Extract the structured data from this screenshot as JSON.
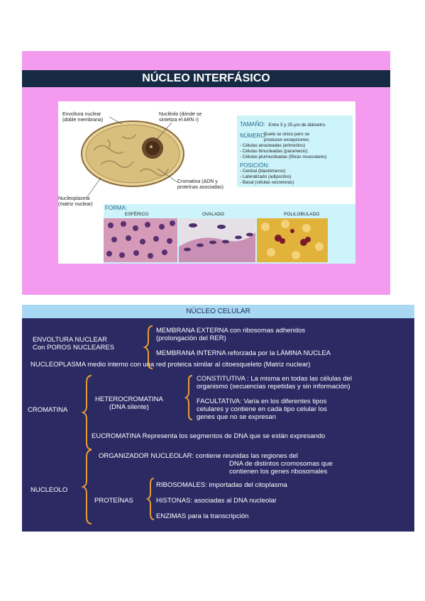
{
  "slide1": {
    "title": "NÚCLEO INTERFÁSICO",
    "labels": {
      "envoltura": [
        "Envoltura nuclear",
        "(doble membrana)"
      ],
      "nucleolo": [
        "Nucléolo (dónde se",
        "sintetiza el ARN r)"
      ],
      "cromatina": [
        "Cromatina (ADN y",
        "proteínas asociadas)"
      ],
      "nucleoplasma": [
        "Nucleoplasma",
        "(matriz nuclear)"
      ]
    },
    "tamano": {
      "title": "TAMAÑO:",
      "text": "Entre 5 y 25 µm de diámetro."
    },
    "numero": {
      "title": "NÚMERO:",
      "text": [
        "Suele se único  pero se",
        "producen excepciones."
      ],
      "items": [
        "- Células anucleadas (eritrocitos)",
        "- Células binucleadas (paramecio)",
        "- Células plurinucleadas (fibras musculares)"
      ]
    },
    "posicion": {
      "title": "POSICIÓN:",
      "items": [
        "- Central (blastómeros)",
        "- Lateralizado (adipocitos)",
        "- Basal (células secretoras)"
      ]
    },
    "forma": {
      "title": "FORMA:",
      "types": [
        "ESFÉRICO",
        "OVALADO",
        "POLILOBULADO"
      ]
    }
  },
  "slide2": {
    "header": "NÚCLEO CELULAR",
    "envoltura": {
      "label": [
        "ENVOLTURA NUCLEAR",
        "Con POROS NUCLEARES"
      ],
      "externa": [
        "MEMBRANA EXTERNA   con ribosomas adheridos",
        "(prolongación del RER)"
      ],
      "interna": "MEMBRANA INTERNA reforzada por la LÁMINA NUCLEA"
    },
    "nucleoplasma": "NUCLEOPLASMA  medio interno con una red proteica similar al citoesqueleto (Matriz nuclear)",
    "cromatina": {
      "label": "CROMATINA",
      "hetero": [
        "HETEROCROMATINA",
        "(DNA silente)"
      ],
      "constitutiva": [
        "CONSTITUTIVA : La misma en todas las células del",
        "organismo (secuencias repetidas y sin información)"
      ],
      "facultativa": [
        "FACULTATIVA:  Varía en los diferentes tipos",
        "celulares y contiene en cada tipo celular los",
        "genes que no se expresan"
      ],
      "eucromatina": "EUCROMATINA  Representa los segmentos de DNA que se están expresando"
    },
    "nucleolo": {
      "label": "NUCLEOLO",
      "organizador": [
        "ORGANIZADOR NUCLEOLAR: contiene reunidas las regiones del",
        "DNA de distintos cromosomas que",
        "contienen los genes ribosomales"
      ],
      "proteinas": "PROTEÍNAS",
      "ribosomales": "RIBOSOMALES: importadas del citoplasma",
      "histonas": "HISTONAS: asociadas al DNA nucleolar",
      "enzimas": "ENZIMAS para la transcripción"
    }
  }
}
